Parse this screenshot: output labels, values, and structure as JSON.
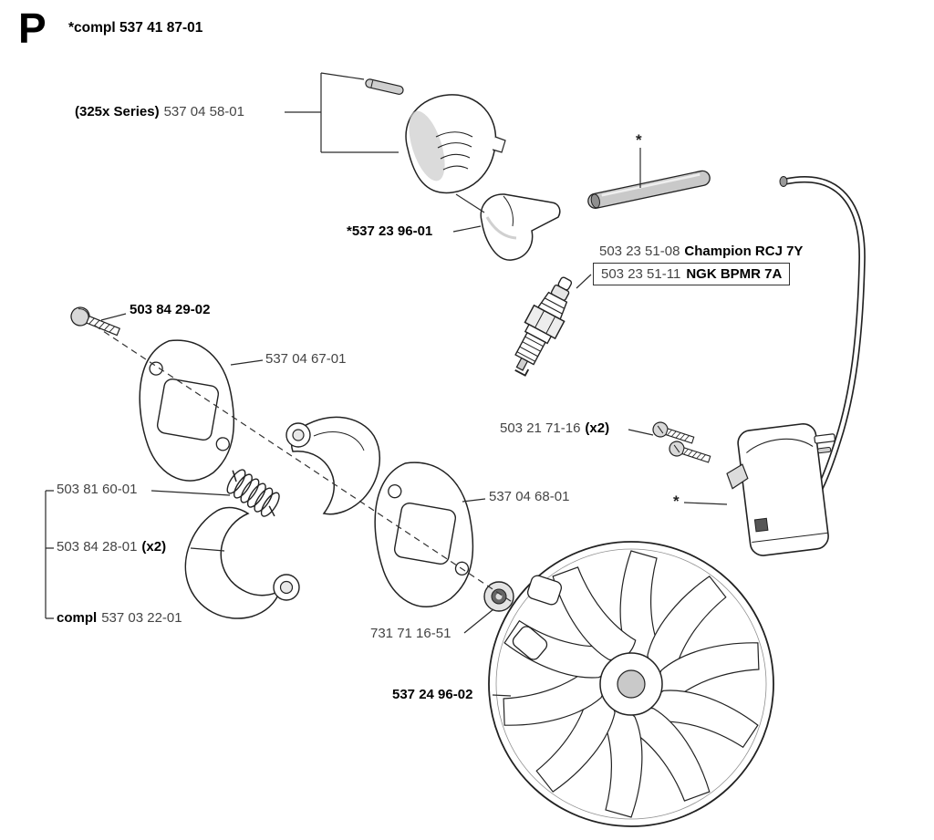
{
  "page": {
    "section_letter": "P",
    "title": "*compl 537 41 87-01"
  },
  "parts": {
    "cap": {
      "series": "(325x Series)",
      "number": "537 04 58-01"
    },
    "boot": {
      "number": "*537 23 96-01"
    },
    "spark_plug": {
      "option1_number": "503 23 51-08",
      "option1_name": "Champion RCJ 7Y",
      "option2_number": "503 23 51-11",
      "option2_name": "NGK BPMR 7A"
    },
    "clutch_screw": {
      "number": "503 84 29-02"
    },
    "plate_front": {
      "number": "537 04 67-01"
    },
    "module_screws": {
      "number": "503 21 71-16",
      "qty": "(x2)"
    },
    "spring": {
      "number": "503 81 60-01"
    },
    "plate_rear": {
      "number": "537 04 68-01"
    },
    "clutch_shoes": {
      "number": "503 84 28-01",
      "qty": "(x2)"
    },
    "clutch_assembly": {
      "prefix": "compl",
      "number": "537 03 22-01"
    },
    "washer": {
      "number": "731 71 16-51"
    },
    "flywheel": {
      "number": "537 24 96-02"
    },
    "ignition_lead_marker": "*",
    "ignition_module_marker": "*"
  }
}
